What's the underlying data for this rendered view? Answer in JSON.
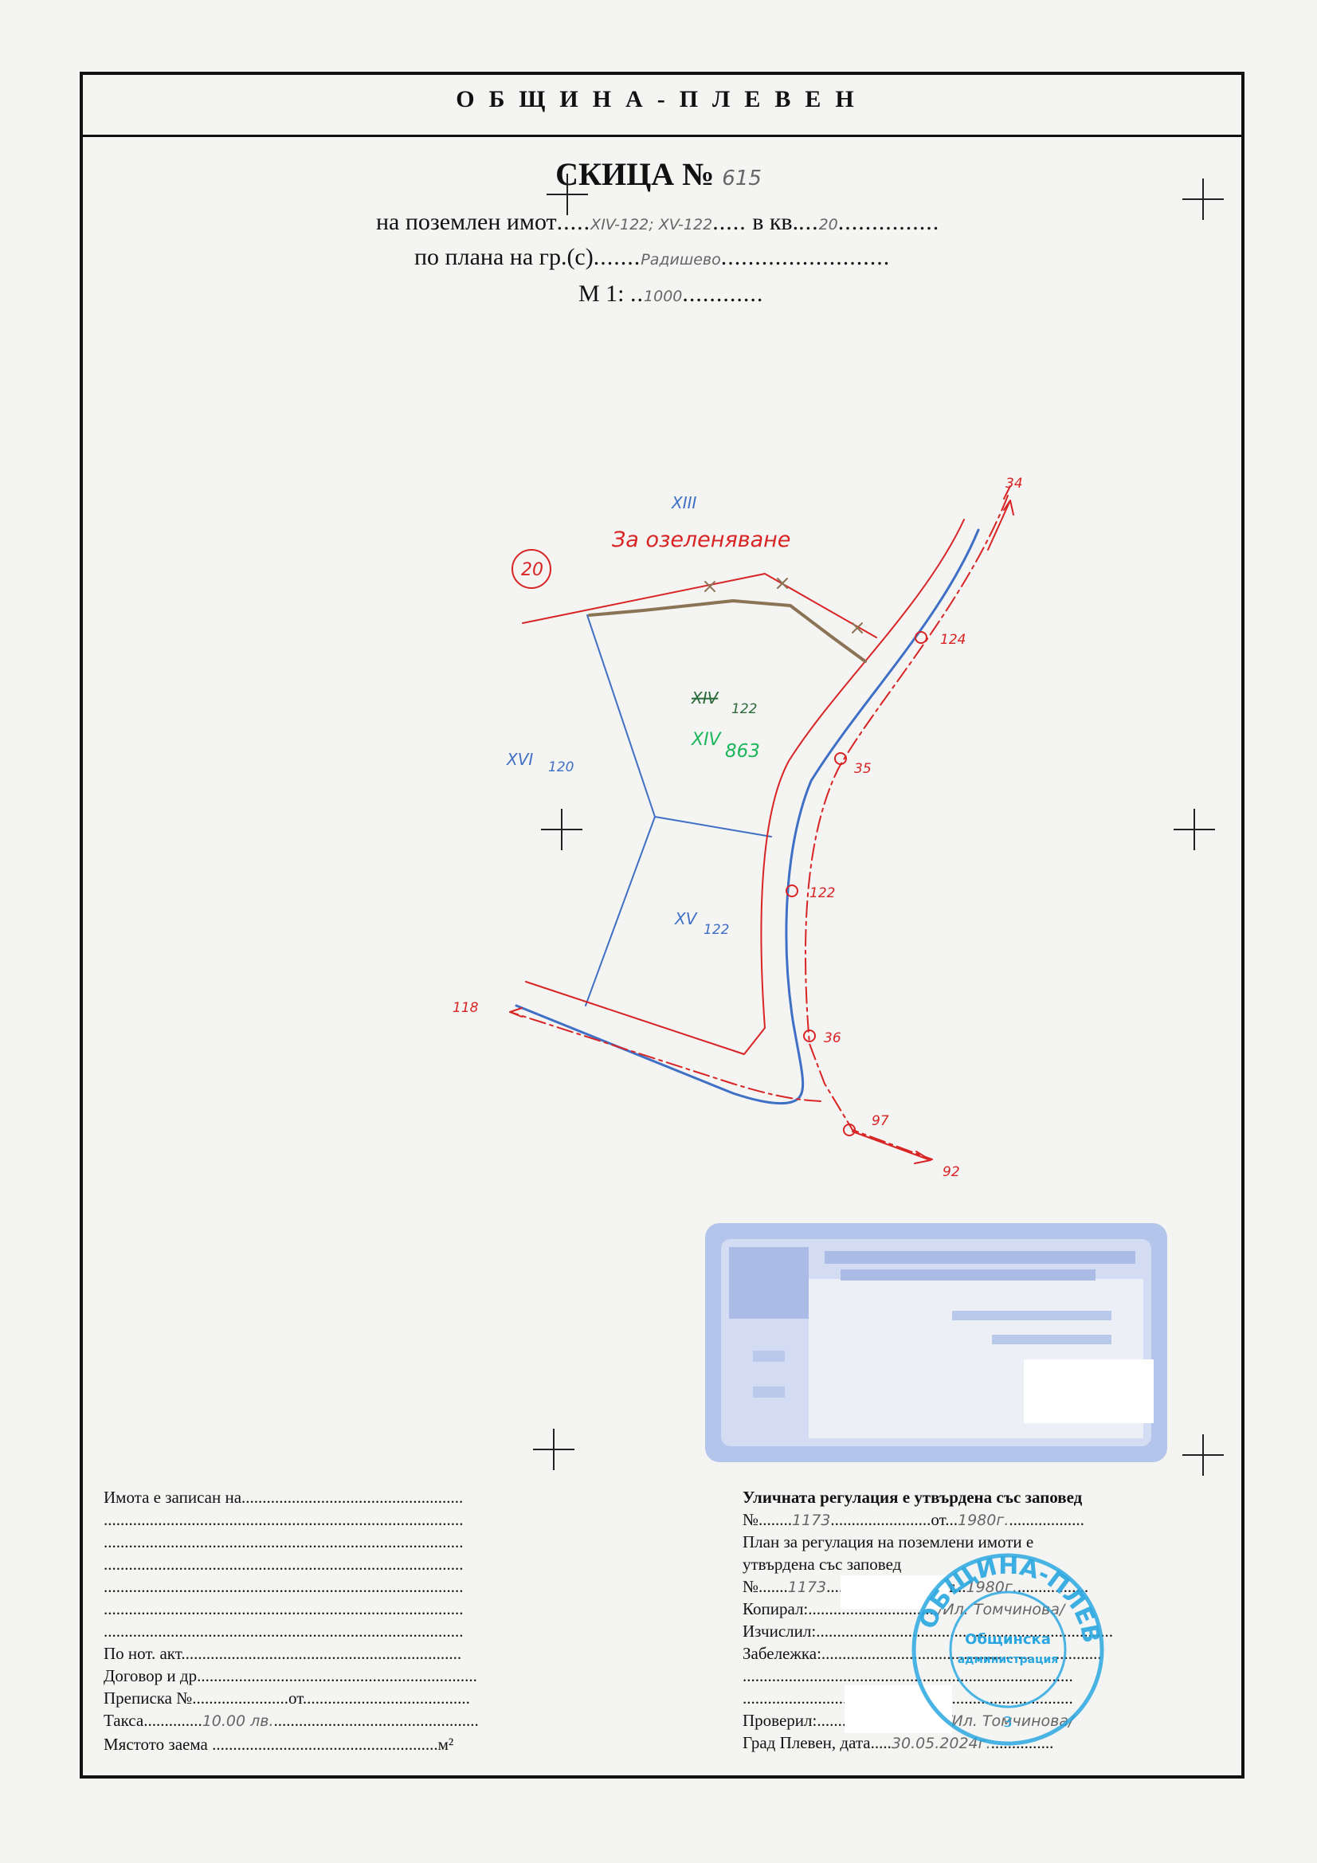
{
  "header": {
    "municipality": "ОБЩИНА-ПЛЕВЕН"
  },
  "title": {
    "label": "СКИЦА №",
    "number": "615"
  },
  "subtitle": {
    "property_label": "на поземлен имот",
    "property_value": "XIV-122; XV-122",
    "block_label": "в кв.",
    "block_value": "20",
    "plan_label": "по плана на гр.(с)",
    "plan_value": "Радишево",
    "scale_label": "М 1:",
    "scale_value": "1000"
  },
  "sketch": {
    "block_number": "20",
    "greening_note": "За озеленяване",
    "parcels": {
      "xiii": "XIII",
      "xvi": "XVI",
      "xvi_num": "120",
      "xiv_old": "XIV",
      "xiv_old_num": "122",
      "xiv_new": "XIV",
      "xiv_new_num": "863",
      "xv": "XV",
      "xv_num": "122"
    },
    "points": {
      "p34": "34",
      "p124": "124",
      "p35": "35",
      "p122": "122",
      "p36": "36",
      "p97": "97",
      "p92": "92",
      "p118": "118"
    }
  },
  "footer_left": {
    "registered_to": "Имота е записан на",
    "notary_act": "По нот. акт",
    "contract": "Договор и др.",
    "transcript": "Преписка №",
    "transcript_from": "от",
    "fee_label": "Такса",
    "fee_value": "10.00 лв.",
    "area_label": "Мястото заема",
    "area_unit": "м²"
  },
  "footer_right": {
    "street_regulation": "Уличната регулация е утвърдена със заповед",
    "no_label": "№",
    "order1_no": "1173",
    "from_label": "от",
    "order1_date": "1980г.",
    "plan_regulation_1": "План за регулация на поземлени имоти е",
    "plan_regulation_2": "утвърдена със заповед",
    "order2_no": "1173",
    "order2_date": "1980г.",
    "copied_label": "Копирал:",
    "copied_value": "/Ил. Томчинова/",
    "calculated_label": "Изчислил:",
    "note_label": "Забележка:",
    "checked_label": "Проверил:",
    "checked_value": "/Ил. Томчинова/",
    "city_date_label": "Град Плевен, дата",
    "city_date_value": "30.05.2024г."
  },
  "seal": {
    "outer": "ОБЩИНА-ПЛЕВЕН",
    "inner_1": "Общинска",
    "inner_2": "администрация",
    "num": "3"
  }
}
